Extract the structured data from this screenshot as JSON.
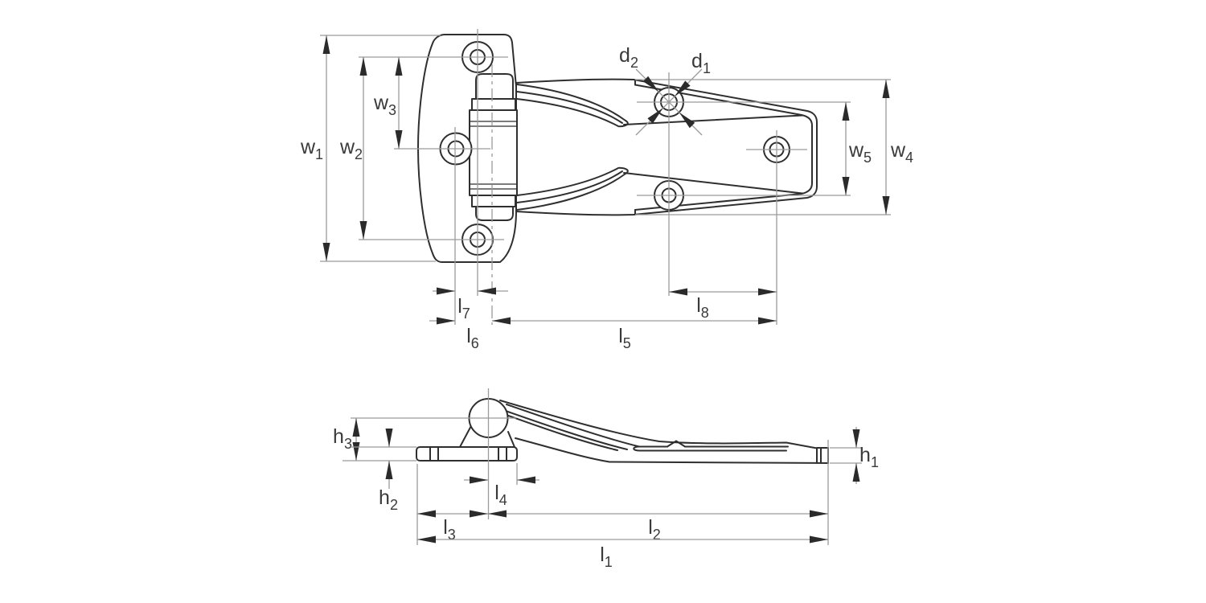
{
  "drawing": {
    "background": "#ffffff",
    "outline_color": "#2f2f2f",
    "dimension_line_color": "#9b9b9b",
    "arrow_color": "#2b2b2b",
    "label_color": "#3a3a3a"
  },
  "labels": {
    "w1": {
      "base": "w",
      "sub": "1"
    },
    "w2": {
      "base": "w",
      "sub": "2"
    },
    "w3": {
      "base": "w",
      "sub": "3"
    },
    "w4": {
      "base": "w",
      "sub": "4"
    },
    "w5": {
      "base": "w",
      "sub": "5"
    },
    "d1": {
      "base": "d",
      "sub": "1"
    },
    "d2": {
      "base": "d",
      "sub": "2"
    },
    "l1": {
      "base": "l",
      "sub": "1"
    },
    "l2": {
      "base": "l",
      "sub": "2"
    },
    "l3": {
      "base": "l",
      "sub": "3"
    },
    "l4": {
      "base": "l",
      "sub": "4"
    },
    "l5": {
      "base": "l",
      "sub": "5"
    },
    "l6": {
      "base": "l",
      "sub": "6"
    },
    "l7": {
      "base": "l",
      "sub": "7"
    },
    "l8": {
      "base": "l",
      "sub": "8"
    },
    "h1": {
      "base": "h",
      "sub": "1"
    },
    "h2": {
      "base": "h",
      "sub": "2"
    },
    "h3": {
      "base": "h",
      "sub": "3"
    }
  }
}
